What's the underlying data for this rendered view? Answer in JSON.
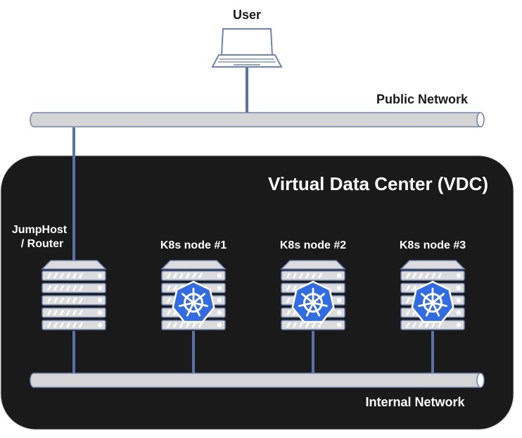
{
  "labels": {
    "user": "User",
    "public_network": "Public Network",
    "vdc": "Virtual Data Center (VDC)",
    "jumphost_line1": "JumpHost",
    "jumphost_line2": "/ Router",
    "internal_network": "Internal Network"
  },
  "nodes": [
    {
      "label": "K8s node #1"
    },
    {
      "label": "K8s node #2"
    },
    {
      "label": "K8s node #3"
    }
  ],
  "colors": {
    "vdc_fill": "#1a1a1a",
    "link": "#5a72a8",
    "pipe_fill": "#d5d5d5",
    "pipe_stroke": "#6c83b5",
    "server_fill": "#dcdcdc",
    "k8s_blue": "#326ce5"
  }
}
